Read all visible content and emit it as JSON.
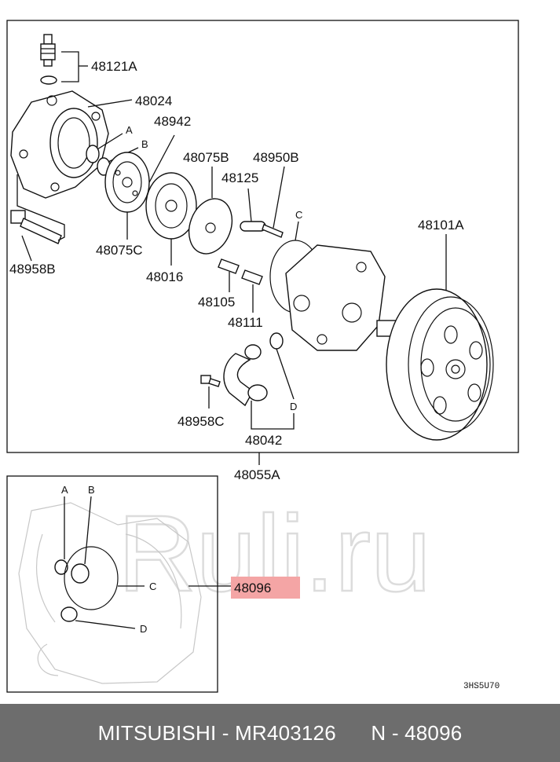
{
  "callouts": {
    "p48121A": "48121A",
    "p48024": "48024",
    "p48942": "48942",
    "a": "A",
    "b": "B",
    "p48075B": "48075B",
    "p48950B": "48950B",
    "p48125": "48125",
    "c": "C",
    "p48101A": "48101A",
    "p48958B": "48958B",
    "p48075C": "48075C",
    "p48016": "48016",
    "p48105": "48105",
    "p48111": "48111",
    "d": "D",
    "p48958C": "48958C",
    "p48042": "48042",
    "p48055A": "48055A"
  },
  "inset": {
    "a": "A",
    "b": "B",
    "c": "C",
    "d": "D",
    "highlight_part": "48096",
    "highlight_color": "#f4a5a5"
  },
  "drawing_code": "3HS5U70",
  "watermark": "Ruli.ru",
  "footer": {
    "brand_part": "MITSUBISHI - MR403126",
    "position": "N - 48096",
    "background": "#6d6d6d"
  }
}
